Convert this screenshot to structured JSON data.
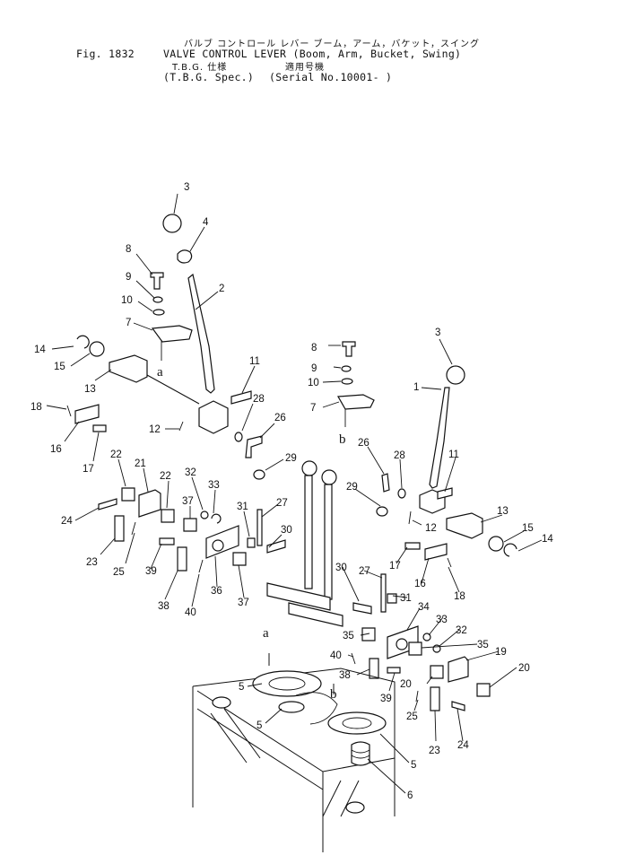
{
  "header": {
    "fig_label": "Fig. 1832",
    "jp_title": "バルブ コントロール レバー   ブーム，アーム，バケット，スイング",
    "title": "VALVE CONTROL LEVER (Boom, Arm, Bucket, Swing)",
    "jp_spec": "T.B.G.  仕様",
    "jp_serial": "適用号機",
    "spec": "(T.B.G. Spec.)",
    "serial": "(Serial No.10001- )"
  },
  "callouts": [
    {
      "id": "c3a",
      "text": "3"
    },
    {
      "id": "c4",
      "text": "4"
    },
    {
      "id": "c8a",
      "text": "8"
    },
    {
      "id": "c2",
      "text": "2"
    },
    {
      "id": "c9a",
      "text": "9"
    },
    {
      "id": "c10a",
      "text": "10"
    },
    {
      "id": "c7a",
      "text": "7"
    },
    {
      "id": "c14a",
      "text": "14"
    },
    {
      "id": "c15a",
      "text": "15"
    },
    {
      "id": "c13a",
      "text": "13"
    },
    {
      "id": "c18a",
      "text": "18"
    },
    {
      "id": "c16a",
      "text": "16"
    },
    {
      "id": "c17a",
      "text": "17"
    },
    {
      "id": "c12a",
      "text": "12"
    },
    {
      "id": "c11a",
      "text": "11"
    },
    {
      "id": "c28a",
      "text": "28"
    },
    {
      "id": "c26a",
      "text": "26"
    },
    {
      "id": "c8b",
      "text": "8"
    },
    {
      "id": "c9b",
      "text": "9"
    },
    {
      "id": "c10b",
      "text": "10"
    },
    {
      "id": "c7b",
      "text": "7"
    },
    {
      "id": "c3b",
      "text": "3"
    },
    {
      "id": "c1",
      "text": "1"
    },
    {
      "id": "c29a",
      "text": "29"
    },
    {
      "id": "c22a",
      "text": "22"
    },
    {
      "id": "c21a",
      "text": "21"
    },
    {
      "id": "c22b",
      "text": "22"
    },
    {
      "id": "c32a",
      "text": "32"
    },
    {
      "id": "c33a",
      "text": "33"
    },
    {
      "id": "c37a",
      "text": "37"
    },
    {
      "id": "c24a",
      "text": "24"
    },
    {
      "id": "c31a",
      "text": "31"
    },
    {
      "id": "c27a",
      "text": "27"
    },
    {
      "id": "c30a",
      "text": "30"
    },
    {
      "id": "c23a",
      "text": "23"
    },
    {
      "id": "c25a",
      "text": "25"
    },
    {
      "id": "c39a",
      "text": "39"
    },
    {
      "id": "c36",
      "text": "36"
    },
    {
      "id": "c37b",
      "text": "37"
    },
    {
      "id": "c38a",
      "text": "38"
    },
    {
      "id": "c40a",
      "text": "40"
    },
    {
      "id": "c26b",
      "text": "26"
    },
    {
      "id": "c28b",
      "text": "28"
    },
    {
      "id": "c11b",
      "text": "11"
    },
    {
      "id": "c29b",
      "text": "29"
    },
    {
      "id": "c12b",
      "text": "12"
    },
    {
      "id": "c13b",
      "text": "13"
    },
    {
      "id": "c15b",
      "text": "15"
    },
    {
      "id": "c14b",
      "text": "14"
    },
    {
      "id": "c17b",
      "text": "17"
    },
    {
      "id": "c16b",
      "text": "16"
    },
    {
      "id": "c18b",
      "text": "18"
    },
    {
      "id": "c30b",
      "text": "30"
    },
    {
      "id": "c27b",
      "text": "27"
    },
    {
      "id": "c31b",
      "text": "31"
    },
    {
      "id": "c34",
      "text": "34"
    },
    {
      "id": "c33b",
      "text": "33"
    },
    {
      "id": "c32b",
      "text": "32"
    },
    {
      "id": "c35a",
      "text": "35"
    },
    {
      "id": "c35b",
      "text": "35"
    },
    {
      "id": "c19",
      "text": "19"
    },
    {
      "id": "c40b",
      "text": "40"
    },
    {
      "id": "c38b",
      "text": "38"
    },
    {
      "id": "c20a",
      "text": "20"
    },
    {
      "id": "c20b",
      "text": "20"
    },
    {
      "id": "c39b",
      "text": "39"
    },
    {
      "id": "c25b",
      "text": "25"
    },
    {
      "id": "c23b",
      "text": "23"
    },
    {
      "id": "c24b",
      "text": "24"
    },
    {
      "id": "c5a",
      "text": "5"
    },
    {
      "id": "c5b",
      "text": "5"
    },
    {
      "id": "c5c",
      "text": "5"
    },
    {
      "id": "c6",
      "text": "6"
    }
  ],
  "letters": [
    {
      "id": "la1",
      "text": "a"
    },
    {
      "id": "lb1",
      "text": "b"
    },
    {
      "id": "la2",
      "text": "a"
    },
    {
      "id": "lb2",
      "text": "b"
    }
  ]
}
